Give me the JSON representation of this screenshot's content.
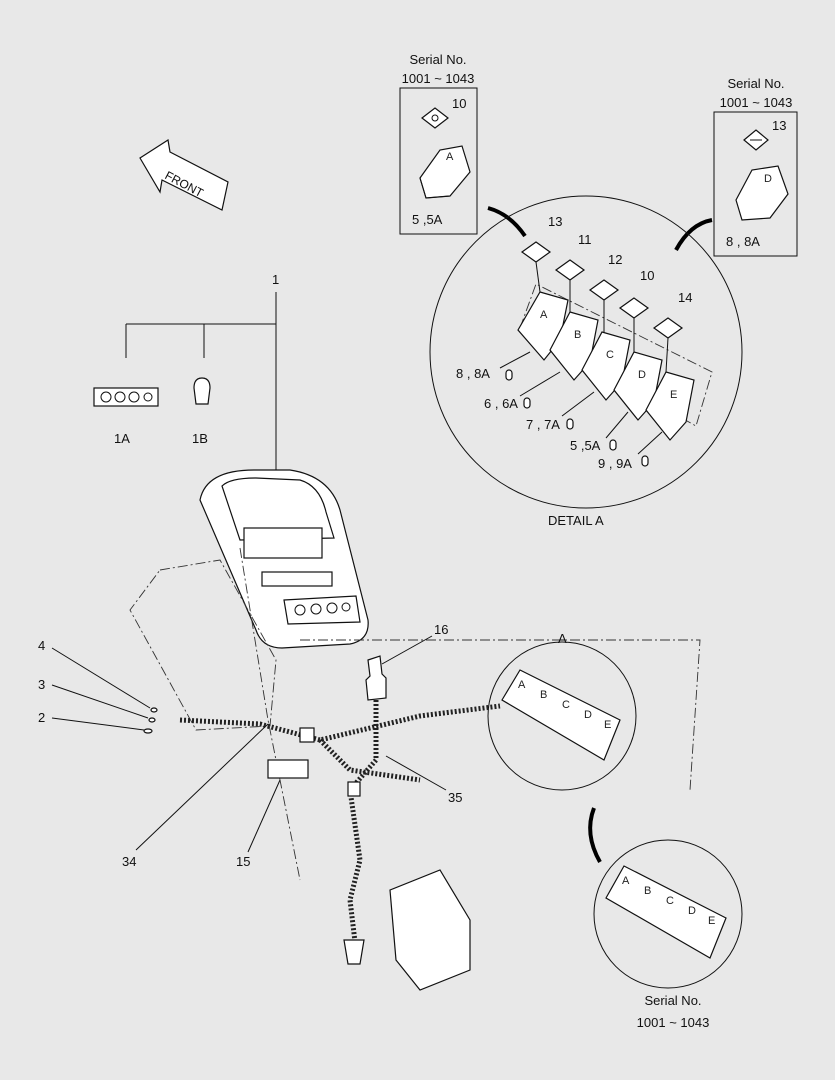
{
  "labels": {
    "front": "FRONT",
    "detail": "DETAIL  A",
    "detail_ref": "A",
    "serial_top_left": {
      "title": "Serial No.",
      "range": "1001 ~ 1043"
    },
    "serial_top_right": {
      "title": "Serial No.",
      "range": "1001 ~ 1043"
    },
    "serial_bottom": {
      "title": "Serial No.",
      "range": "1001 ~ 1043"
    },
    "p1": "1",
    "p1A": "1A",
    "p1B": "1B",
    "p2": "2",
    "p3": "3",
    "p4": "4",
    "p10a": "10",
    "p5a": "5 ,5A",
    "p13a": "13",
    "p8a": "8 , 8A",
    "p13": "13",
    "p11": "11",
    "p12": "12",
    "p10": "10",
    "p14": "14",
    "p8": "8 , 8A",
    "p6": "6 , 6A",
    "p7": "7 , 7A",
    "p5": "5 ,5A",
    "p9": "9 , 9A",
    "p16": "16",
    "p35": "35",
    "p34": "34",
    "p15": "15"
  },
  "switch_keys": [
    "A",
    "B",
    "C",
    "D",
    "E"
  ],
  "single_switch_left_key": "A",
  "single_switch_right_key": "D",
  "icons": [
    "sun-icon",
    "wiper-icon",
    "beacon-icon",
    "fan-icon",
    "horn-icon"
  ]
}
